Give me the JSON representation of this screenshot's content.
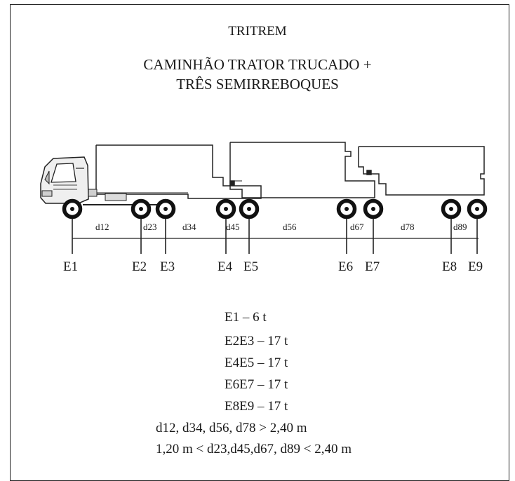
{
  "title": "TRITREM",
  "subtitle_line1": "CAMINHÃO TRATOR TRUCADO +",
  "subtitle_line2": "TRÊS SEMIRREBOQUES",
  "axles": [
    "E1",
    "E2",
    "E3",
    "E4",
    "E5",
    "E6",
    "E7",
    "E8",
    "E9"
  ],
  "distance_labels": [
    "d12",
    "d23",
    "d34",
    "d45",
    "d56",
    "d67",
    "d78",
    "d89"
  ],
  "loads": [
    "E1 – 6 t",
    "E2E3 – 17 t",
    "E4E5 – 17 t",
    "E6E7 – 17 t",
    "E8E9 – 17 t"
  ],
  "rules": [
    "d12, d34, d56, d78 > 2,40 m",
    "1,20 m < d23,d45,d67, d89 < 2,40 m"
  ]
}
